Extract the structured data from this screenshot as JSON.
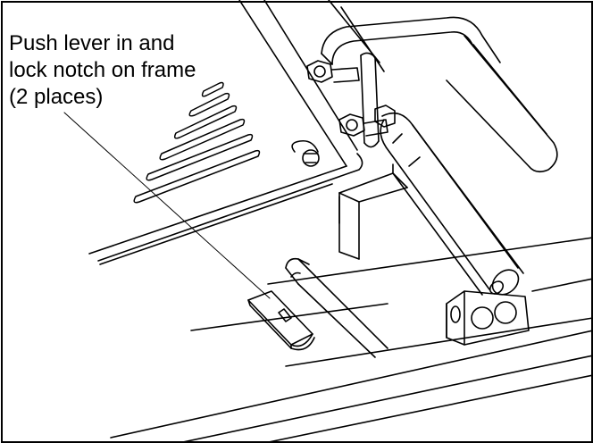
{
  "callout": {
    "lines": [
      "Push lever in and",
      "lock notch on frame",
      "(2 places)"
    ]
  },
  "colors": {
    "line": "#000000",
    "background": "#ffffff"
  }
}
